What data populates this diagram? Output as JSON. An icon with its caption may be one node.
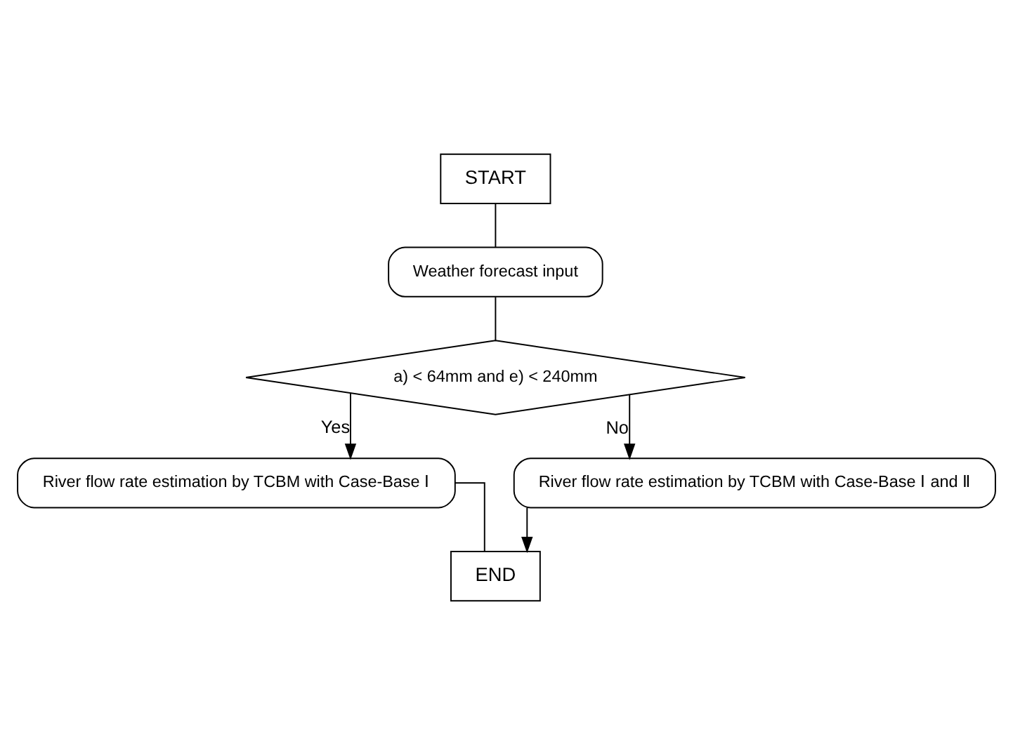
{
  "diagram": {
    "nodes": [
      {
        "text": [
          "START"
        ]
      },
      {
        "text": [
          "Weather forecast input"
        ]
      },
      {
        "text": [
          "a) < 64mm and e) < 240mm"
        ]
      },
      {
        "text": [
          "River flow rate estimation by TCBM with Case-Base Ⅰ"
        ]
      },
      {
        "text": [
          "River flow rate estimation by TCBM with Case-Base Ⅰ and Ⅱ"
        ]
      },
      {
        "text": [
          "END"
        ]
      }
    ],
    "edges": [
      {
        "from": 0,
        "to": 1,
        "arrow": "none"
      },
      {
        "from": 1,
        "to": 2,
        "arrow": "none"
      },
      {
        "from": 2,
        "to": 3,
        "arrow": "to",
        "label": "Yes"
      },
      {
        "from": 2,
        "to": 4,
        "arrow": "to",
        "label": "No"
      },
      {
        "from": 3,
        "to": 5,
        "arrow": "none"
      },
      {
        "from": 4,
        "to": 5,
        "arrow": "to"
      }
    ]
  }
}
